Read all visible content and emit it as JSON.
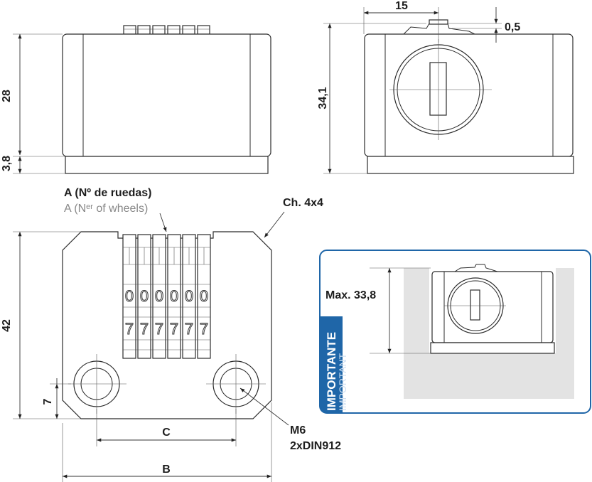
{
  "labels": {
    "dim_28": "28",
    "dim_3_8": "3,8",
    "dim_15": "15",
    "dim_0_5": "0,5",
    "dim_34_1": "34,1",
    "dim_42": "42",
    "dim_7": "7",
    "dim_C": "C",
    "dim_B": "B",
    "wheels_es": "A (Nº de ruedas)",
    "wheels_en": "A (Nᵉʳ of wheels)",
    "chamfer": "Ch. 4x4",
    "screw_size": "M6",
    "screw_std": "2xDIN912",
    "max_label": "Max. 33,8",
    "important_es": "IMPORTANTE",
    "important_en": "IMPORTANT"
  },
  "counter": {
    "wheel_digits": [
      "0",
      "0",
      "0",
      "0",
      "0",
      "0"
    ],
    "wheel_marks": [
      "7",
      "7",
      "7",
      "7",
      "7",
      "7"
    ]
  },
  "colors": {
    "important_border": "#1f66a8",
    "important_bg": "#1f66a8",
    "recess_gray": "#e3e3e3"
  }
}
